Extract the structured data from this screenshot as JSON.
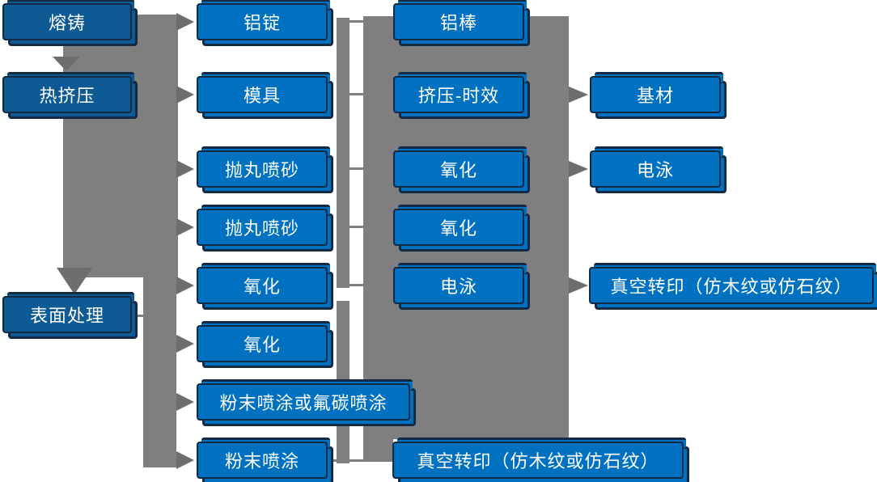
{
  "diagram": {
    "description_colors": {
      "process_box_blue": "#0070C0",
      "stage_box_dark_blue": "#0E5A94",
      "box_border_navy": "#122A44",
      "connector_gray": "#7F7F7F",
      "arrowhead_gray": "#6E6E6E",
      "label_text": "#FFFFFF"
    },
    "nodes": {
      "melting": {
        "label": "熔铸"
      },
      "hot_extrusion": {
        "label": "热挤压"
      },
      "surface_treatment": {
        "label": "表面处理"
      },
      "aluminum_ingot": {
        "label": "铝锭"
      },
      "mold": {
        "label": "模具"
      },
      "shot_blasting_1": {
        "label": "抛丸喷砂"
      },
      "shot_blasting_2": {
        "label": "抛丸喷砂"
      },
      "oxidation_1": {
        "label": "氧化"
      },
      "oxidation_2": {
        "label": "氧化"
      },
      "powder_or_fluorocarbon_spraying": {
        "label": "粉末喷涂或氟碳喷涂"
      },
      "powder_spraying": {
        "label": "粉末喷涂"
      },
      "aluminum_rod": {
        "label": "铝棒"
      },
      "extrusion_aging": {
        "label": "挤压-时效"
      },
      "oxidation_3": {
        "label": "氧化"
      },
      "oxidation_4": {
        "label": "氧化"
      },
      "electrophoresis_1": {
        "label": "电泳"
      },
      "vacuum_transfer_1": {
        "label": "真空转印（仿木纹或仿石纹）"
      },
      "base_material": {
        "label": "基材"
      },
      "electrophoresis_2": {
        "label": "电泳"
      },
      "vacuum_transfer_2": {
        "label": "真空转印（仿木纹或仿石纹）"
      }
    }
  }
}
